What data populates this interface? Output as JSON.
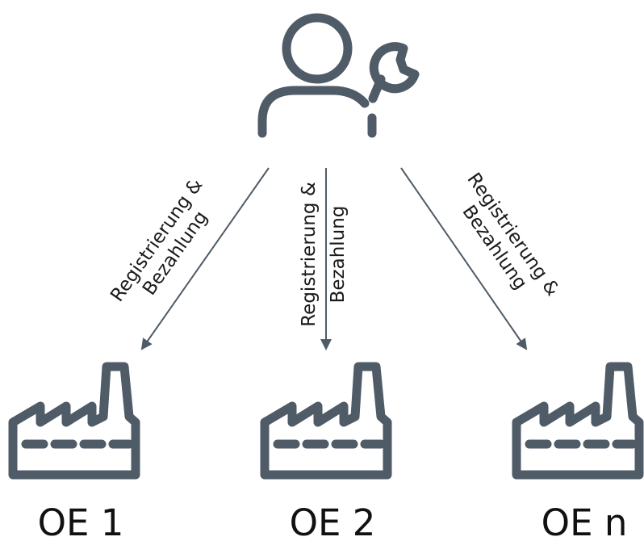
{
  "user": {
    "icon": "user-with-wrench-icon"
  },
  "edges": [
    {
      "line1": "Registrierung &",
      "line2": "Bezahlung"
    },
    {
      "line1": "Registrierung &",
      "line2": "Bezahlung"
    },
    {
      "line1": "Registrierung &",
      "line2": "Bezahlung"
    }
  ],
  "units": [
    {
      "label": "OE 1",
      "icon": "factory-icon"
    },
    {
      "label": "OE 2",
      "icon": "factory-icon"
    },
    {
      "label": "OE n",
      "icon": "factory-icon"
    }
  ],
  "colors": {
    "icon": "#4f5b66",
    "text": "#1a1a1a"
  }
}
